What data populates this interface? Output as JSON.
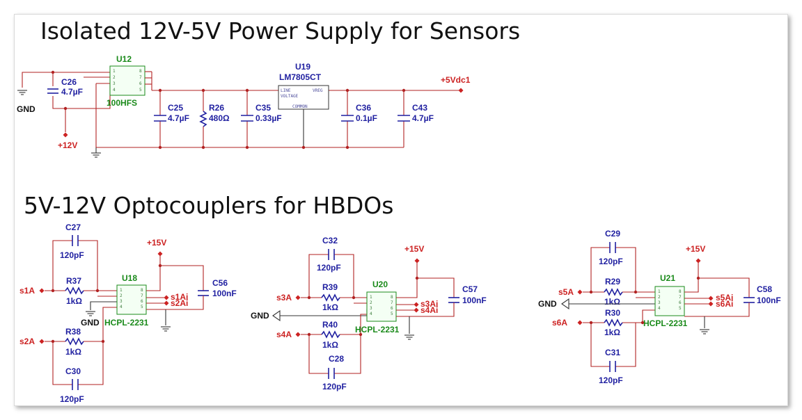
{
  "titles": {
    "top": "Isolated 12V-5V Power Supply for Sensors",
    "bottom": "5V-12V Optocouplers for HBDOs"
  },
  "power": {
    "u12": {
      "ref": "U12",
      "part": "100HFS"
    },
    "u19": {
      "ref": "U19",
      "part": "LM7805CT",
      "pin_line": "LINE",
      "pin_voltage": "VOLTAGE",
      "pin_vreg": "VREG",
      "pin_common": "COMMON"
    },
    "c26": {
      "ref": "C26",
      "value": "4.7µF"
    },
    "c25": {
      "ref": "C25",
      "value": "4.7µF"
    },
    "r26": {
      "ref": "R26",
      "value": "480Ω"
    },
    "c35": {
      "ref": "C35",
      "value": "0.33µF"
    },
    "c36": {
      "ref": "C36",
      "value": "0.1µF"
    },
    "c43": {
      "ref": "C43",
      "value": "4.7µF"
    },
    "gnd": "GND",
    "vin": "+12V",
    "vout": "+5Vdc1"
  },
  "opto1": {
    "chip": {
      "ref": "U18",
      "part": "HCPL-2231"
    },
    "c27": {
      "ref": "C27",
      "value": "120pF"
    },
    "r37": {
      "ref": "R37",
      "value": "1kΩ"
    },
    "r38": {
      "ref": "R38",
      "value": "1kΩ"
    },
    "c30": {
      "ref": "C30",
      "value": "120pF"
    },
    "c56": {
      "ref": "C56",
      "value": "100nF"
    },
    "in1": "s1A",
    "in2": "s2A",
    "out1": "s1Ai",
    "out2": "s2Ai",
    "vcc": "+15V",
    "gnd": "GND"
  },
  "opto2": {
    "chip": {
      "ref": "U20",
      "part": "HCPL-2231"
    },
    "c32": {
      "ref": "C32",
      "value": "120pF"
    },
    "r39": {
      "ref": "R39",
      "value": "1kΩ"
    },
    "r40": {
      "ref": "R40",
      "value": "1kΩ"
    },
    "c28": {
      "ref": "C28",
      "value": "120pF"
    },
    "c57": {
      "ref": "C57",
      "value": "100nF"
    },
    "in1": "s3A",
    "in2": "s4A",
    "out1": "s3Ai",
    "out2": "s4Ai",
    "vcc": "+15V",
    "gnd": "GND"
  },
  "opto3": {
    "chip": {
      "ref": "U21",
      "part": "HCPL-2231"
    },
    "c29": {
      "ref": "C29",
      "value": "120pF"
    },
    "r29": {
      "ref": "R29",
      "value": "1kΩ"
    },
    "r30": {
      "ref": "R30",
      "value": "1kΩ"
    },
    "c31": {
      "ref": "C31",
      "value": "120pF"
    },
    "c58": {
      "ref": "C58",
      "value": "100nF"
    },
    "in1": "s5A",
    "in2": "s6A",
    "out1": "s5Ai",
    "out2": "s6Ai",
    "vcc": "+15V",
    "gnd": "GND"
  },
  "pins": {
    "p1": "1",
    "p2": "2",
    "p3": "3",
    "p4": "4",
    "p5": "5",
    "p6": "6",
    "p7": "7",
    "p8": "8"
  },
  "colors": {
    "wire": "#b22222",
    "component": "#1f1fa0",
    "chip": "#1a8a1a",
    "net_label": "#cc2222"
  }
}
